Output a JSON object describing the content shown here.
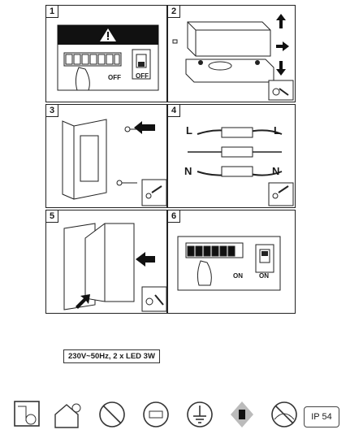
{
  "panels": [
    {
      "number": "1",
      "labels": {
        "off_small": "OFF",
        "off_switch": "OFF"
      }
    },
    {
      "number": "2"
    },
    {
      "number": "3"
    },
    {
      "number": "4",
      "labels": {
        "l_left": "L",
        "l_right": "L",
        "n_left": "N",
        "n_right": "N"
      }
    },
    {
      "number": "5"
    },
    {
      "number": "6",
      "labels": {
        "on_small": "ON",
        "on_switch": "ON"
      }
    }
  ],
  "spec": "230V~50Hz, 2 x LED 3W",
  "ip_rating": "IP 54",
  "icons": [
    "class-ii-fixture-icon",
    "outdoor-house-lamp-icon",
    "no-disposal-icon",
    "recycle-icon",
    "earth-ground-icon",
    "light-direction-icon",
    "no-cover-insulation-icon"
  ]
}
